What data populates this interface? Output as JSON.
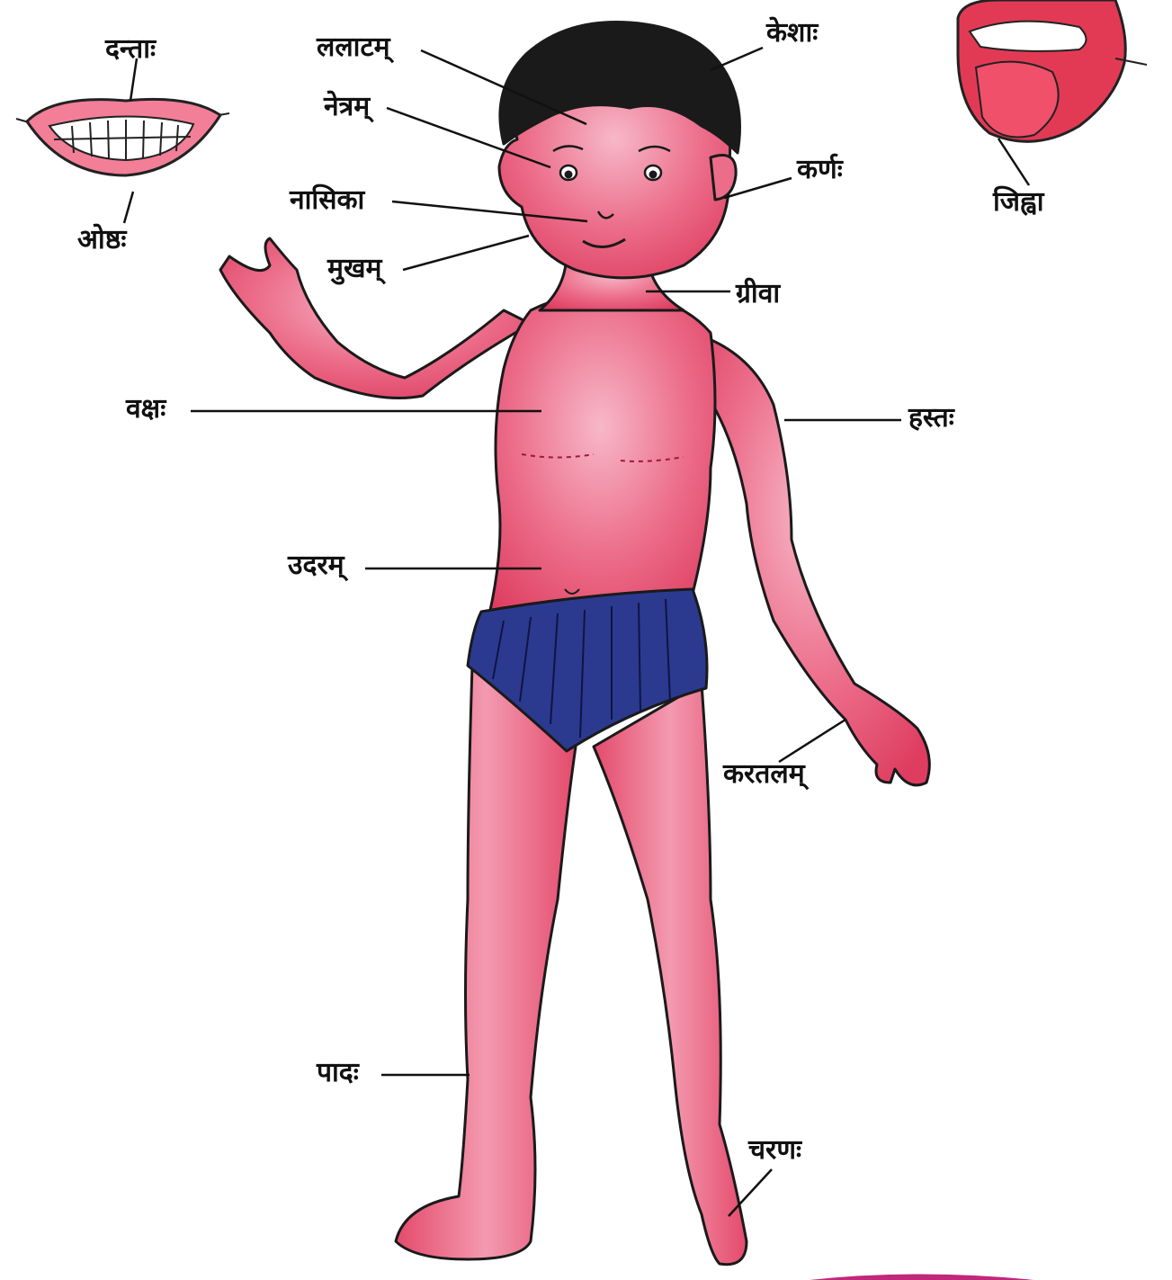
{
  "labels": {
    "teeth": "दन्ताः",
    "lips": "ओष्ठः",
    "forehead": "ललाटम्",
    "hair": "केशाः",
    "eyes": "नेत्रम्",
    "ear": "कर्णः",
    "nose": "नासिका",
    "face": "मुखम्",
    "neck": "ग्रीवा",
    "tongue": "जिह्वा",
    "chest": "वक्षः",
    "hand": "हस्तः",
    "belly": "उदरम्",
    "palm": "करतलम्",
    "leg": "पादः",
    "foot": "चरणः"
  },
  "colors": {
    "skin": "#e8506e",
    "skin_light": "#f49ab0",
    "hair": "#1a1a1a",
    "briefs": "#2b3a8f",
    "lips": "#e23a55",
    "accent_bar": "#c0287a"
  }
}
